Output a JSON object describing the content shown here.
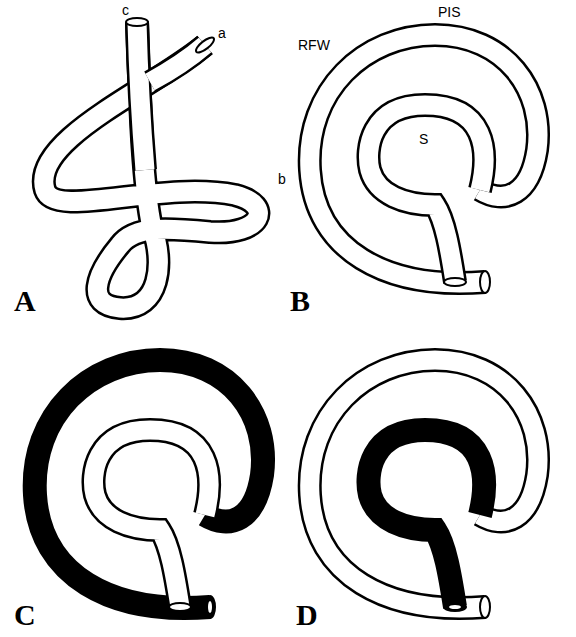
{
  "diagram": {
    "labels": [
      "c",
      "a",
      "b",
      "A",
      "RFW",
      "PIS",
      "S",
      "B",
      "C",
      "D"
    ]
  }
}
